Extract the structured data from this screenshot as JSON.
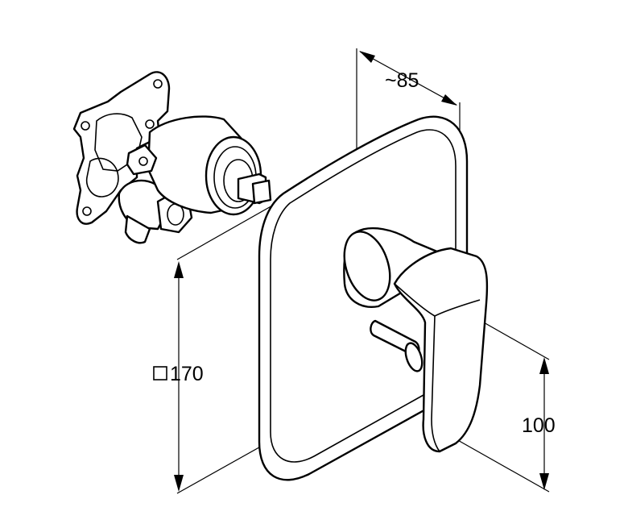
{
  "dimensions": {
    "depth_label": "~85",
    "plate_size_label": "170",
    "outlet_label": "100"
  },
  "symbols": {
    "plate_size_prefix": "square-symbol"
  },
  "colors": {
    "line": "#000000",
    "background": "#ffffff"
  }
}
